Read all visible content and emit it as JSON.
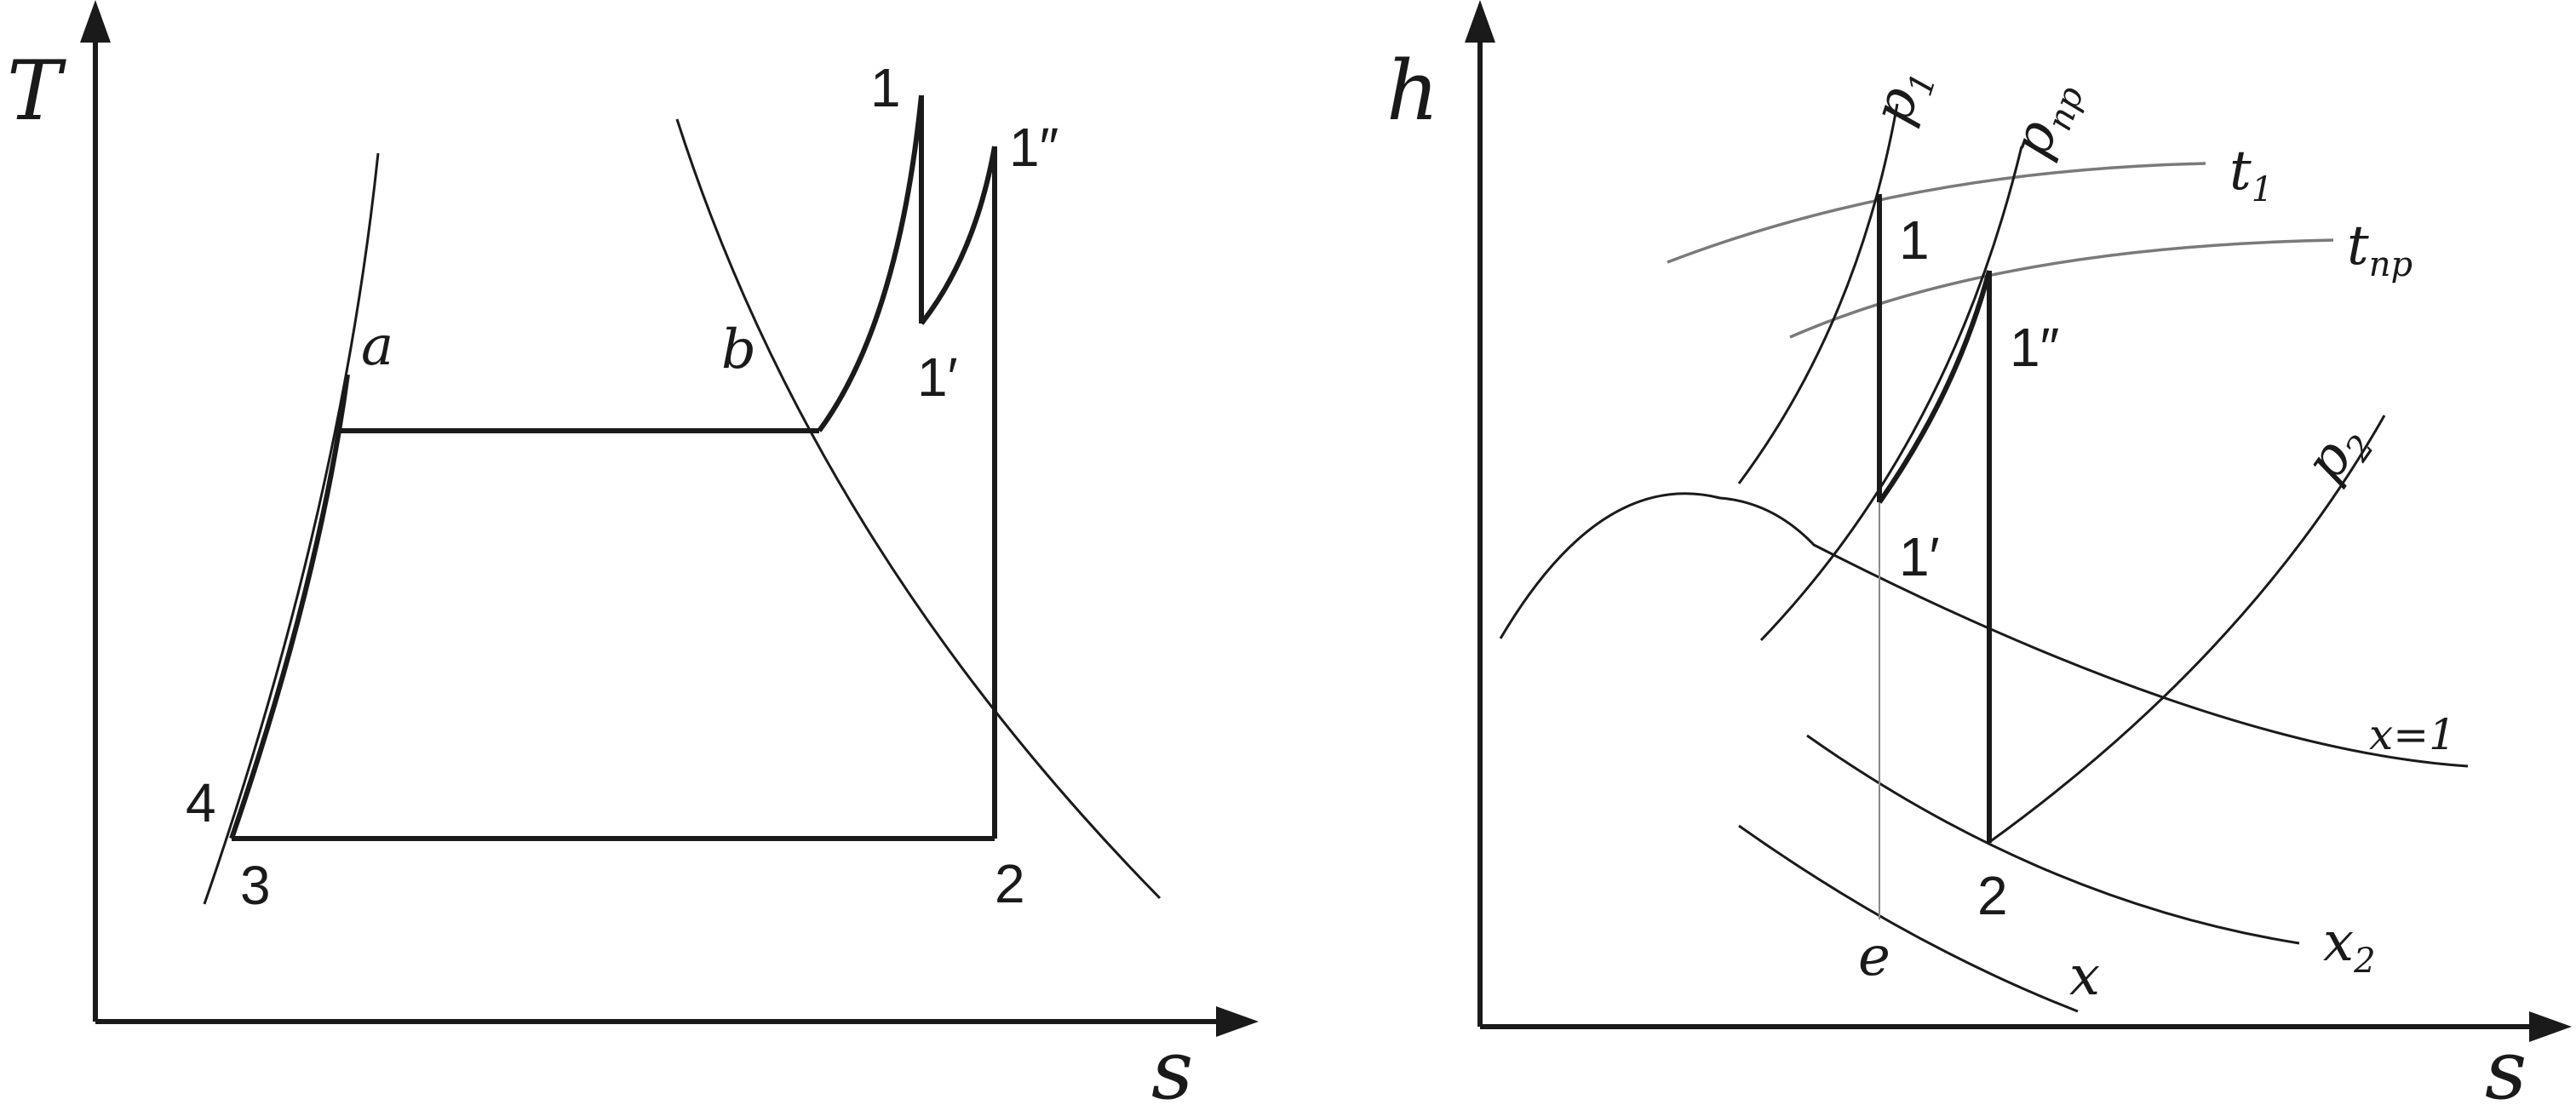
{
  "left_diagram": {
    "y_axis_label": "T",
    "x_axis_label": "s",
    "labels": {
      "p1": "1",
      "p1_double_prime": "1″",
      "p1_prime": "1′",
      "a": "a",
      "b": "b",
      "p2": "2",
      "p3": "3",
      "p4": "4"
    }
  },
  "right_diagram": {
    "y_axis_label": "h",
    "x_axis_label": "s",
    "labels": {
      "p1": "1",
      "p1_double_prime": "1″",
      "p1_prime": "1′",
      "p2": "2",
      "e": "e",
      "t1": "t",
      "t1_sub": "1",
      "tnp": "t",
      "tnp_sub": "np",
      "p1_isobar": "p",
      "p1_isobar_sub": "1",
      "pnp_isobar": "p",
      "pnp_isobar_sub": "np",
      "p2_isobar": "p",
      "p2_isobar_sub": "2",
      "x_eq_1": "x=1",
      "x2": "x",
      "x2_sub": "2",
      "x": "x"
    }
  },
  "colors": {
    "ink": "#1a1a1a",
    "isotherm": "#7a7a7a",
    "background": "#ffffff"
  }
}
